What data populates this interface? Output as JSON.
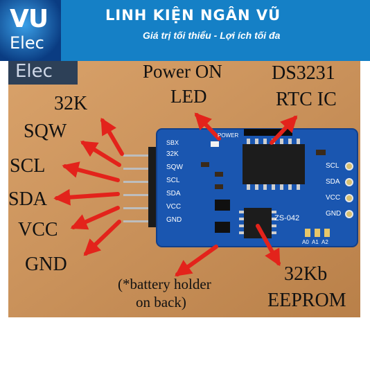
{
  "banner": {
    "logo_line1": "VU",
    "logo_line2": "Elec",
    "title": "LINH KIỆN NGÂN VŨ",
    "slogan": "Giá trị tối thiểu - Lợi ích tối đa"
  },
  "photo": {
    "watermark": "Elec",
    "pin_labels": [
      "32K",
      "SQW",
      "SCL",
      "SDA",
      "VCC",
      "GND"
    ],
    "component_labels": {
      "power_led_line1": "Power ON",
      "power_led_line2": "LED",
      "rtc_line1": "DS3231",
      "rtc_line2": "RTC IC",
      "battery_line1": "(*battery holder",
      "battery_line2": "on back)",
      "eeprom_line1": "32Kb",
      "eeprom_line2": "EEPROM"
    },
    "pcb_silkscreen": {
      "board_id": "SBX",
      "power": "POWER",
      "left_pins": [
        "32K",
        "SQW",
        "SCL",
        "SDA",
        "VCC",
        "GND"
      ],
      "right_pins": [
        "SCL",
        "SDA",
        "VCC",
        "GND"
      ],
      "model": "ZS-042",
      "address_pins": [
        "A0",
        "A1",
        "A2"
      ]
    },
    "colors": {
      "background": "#c9915a",
      "pcb": "#1a56b0",
      "arrow": "#e3231b",
      "banner": "#1580c6"
    }
  }
}
